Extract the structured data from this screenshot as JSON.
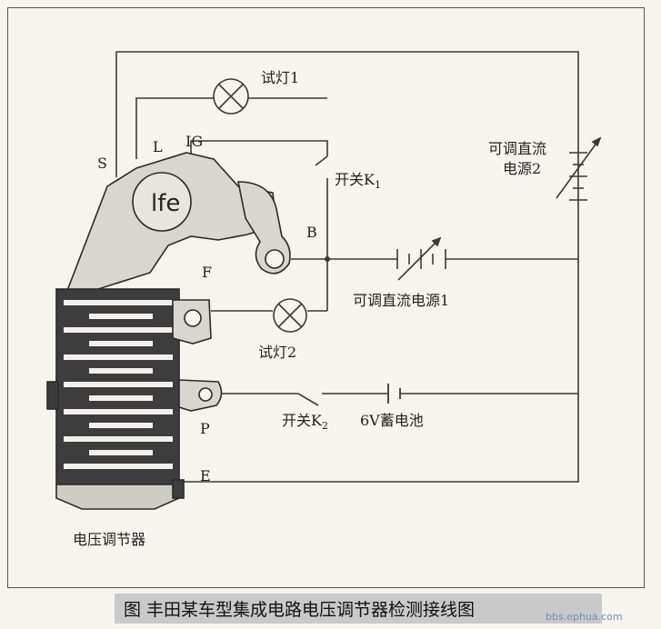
{
  "labels": {
    "lamp1": "试灯1",
    "lamp2": "试灯2",
    "s": "S",
    "l": "L",
    "ig": "IG",
    "switch_k1": "开关K",
    "switch_k1_sub": "1",
    "switch_k2": "开关K",
    "switch_k2_sub": "2",
    "b": "B",
    "f": "F",
    "p": "P",
    "e": "E",
    "psu1": "可调直流电源1",
    "psu2_line1": "可调直流",
    "psu2_line2": "电源2",
    "battery": "6V蓄电池",
    "regulator": "电压调节器"
  },
  "caption": "图   丰田某车型集成电路电压调节器检测接线图",
  "watermark": "bbs.ephua.com",
  "colors": {
    "line": "#3a3a3a",
    "caption_bg": "#c9c9c9"
  }
}
